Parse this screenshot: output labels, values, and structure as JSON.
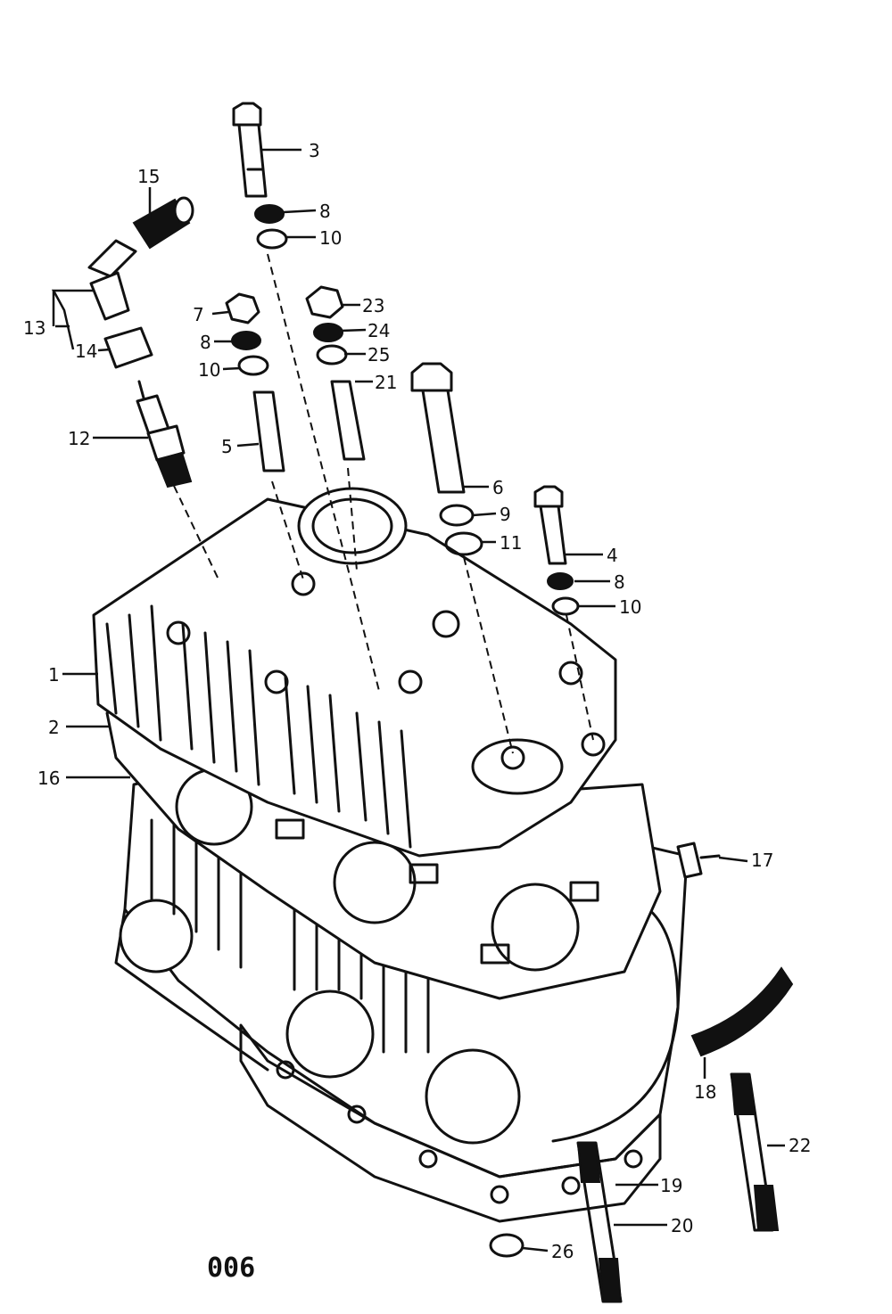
{
  "figure_number": "006",
  "parts": [
    {
      "id": "p1",
      "label": "1"
    },
    {
      "id": "p2",
      "label": "2"
    },
    {
      "id": "p3",
      "label": "3"
    },
    {
      "id": "p4",
      "label": "4"
    },
    {
      "id": "p5",
      "label": "5"
    },
    {
      "id": "p6",
      "label": "6"
    },
    {
      "id": "p7",
      "label": "7"
    },
    {
      "id": "p8a",
      "label": "8"
    },
    {
      "id": "p8b",
      "label": "8"
    },
    {
      "id": "p8c",
      "label": "8"
    },
    {
      "id": "p9",
      "label": "9"
    },
    {
      "id": "p10a",
      "label": "10"
    },
    {
      "id": "p10b",
      "label": "10"
    },
    {
      "id": "p10c",
      "label": "10"
    },
    {
      "id": "p11",
      "label": "11"
    },
    {
      "id": "p12",
      "label": "12"
    },
    {
      "id": "p13",
      "label": "13"
    },
    {
      "id": "p14",
      "label": "14"
    },
    {
      "id": "p15",
      "label": "15"
    },
    {
      "id": "p16",
      "label": "16"
    },
    {
      "id": "p17",
      "label": "17"
    },
    {
      "id": "p18",
      "label": "18"
    },
    {
      "id": "p19",
      "label": "19"
    },
    {
      "id": "p20",
      "label": "20"
    },
    {
      "id": "p21",
      "label": "21"
    },
    {
      "id": "p22",
      "label": "22"
    },
    {
      "id": "p23",
      "label": "23"
    },
    {
      "id": "p24",
      "label": "24"
    },
    {
      "id": "p25",
      "label": "25"
    },
    {
      "id": "p26",
      "label": "26"
    }
  ]
}
